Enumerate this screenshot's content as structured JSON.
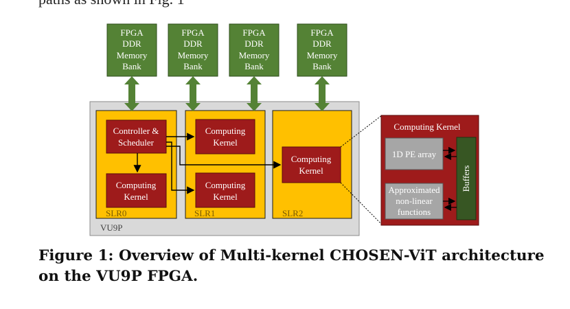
{
  "intro_text": "paths as shown in Fig. 1",
  "diagram": {
    "memory_bank_label": [
      "FPGA",
      "DDR",
      "Memory",
      "Bank"
    ],
    "chip_label": "VU9P",
    "slr_labels": [
      "SLR0",
      "SLR1",
      "SLR2"
    ],
    "controller_label": [
      "Controller &",
      "Scheduler"
    ],
    "computing_kernel_label": [
      "Computing",
      "Kernel"
    ],
    "detail_title": "Computing Kernel",
    "pe_array_label": "1D PE array",
    "nonlinear_label": [
      "Approximated",
      "non-linear",
      "functions"
    ],
    "buffers_label": "Buffers"
  },
  "colors": {
    "memory_green": "#548235",
    "buffer_green": "#375623",
    "kernel_red": "#9e1b1b",
    "slr_yellow": "#ffc000",
    "chip_gray": "#d9d9d9",
    "block_gray": "#a6a6a6"
  },
  "caption": "Figure 1: Overview of Multi-kernel CHOSEN-ViT architecture on the VU9P FPGA."
}
